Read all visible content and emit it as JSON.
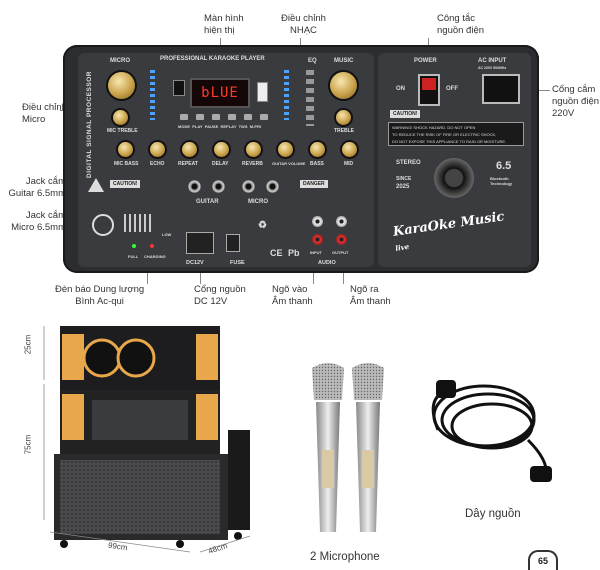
{
  "callouts": {
    "display": "Màn hình\nhiện thị",
    "music_adjust": "Điều chỉnh\nNHẠC",
    "power_switch": "Công tắc\nnguồn điện",
    "ac_input": "Cổng cắm\nnguồn điện\n220V",
    "micro_adjust": "Điều chỉnh\nMicro",
    "guitar_jack": "Jack cắm\nGuitar 6.5mm",
    "micro_jack": "Jack cắm\nMicro 6.5mm",
    "battery_led": "Đèn báo Dung lượng\nBình Ac-qui",
    "dc_input": "Cổng nguồn\nDC 12V",
    "audio_in": "Ngõ vào\nÂm thanh",
    "audio_out": "Ngõ ra\nÂm thanh"
  },
  "panel": {
    "title": "PROFESSIONAL KARAOKE PLAYER",
    "side_label": "DIGITAL SIGNAL PROCESSOR",
    "lcd_text": "bLUE",
    "micro_volume": "MICRO",
    "music_volume": "MUSIC",
    "eq_label": "EQ",
    "mic_treble": "MIC TREBLE",
    "treble": "TREBLE",
    "knobs": [
      "MIC BASS",
      "ECHO",
      "REPEAT",
      "DELAY",
      "REVERB",
      "GUITAR VOLUME",
      "BASS",
      "MID"
    ],
    "transport": [
      "MODE",
      "PLAY",
      "PAUSE",
      "REPLAY",
      "TWS",
      "M-PRI"
    ],
    "guitar_label": "GUITAR",
    "micro_label": "MICRO",
    "caution": "CAUTION!",
    "danger": "DANGER",
    "dc12v": "DC12V",
    "fuse": "FUSE",
    "input": "INPUT",
    "output": "OUTPUT",
    "audio": "AUDIO",
    "ce": "CE",
    "pb": "Pb",
    "power": "POWER",
    "on": "ON",
    "off": "OFF",
    "ac_input": "AC INPUT",
    "ac_spec": "AC 220V 50/60Hz",
    "caution2": "CAUTION!",
    "warning_lines": [
      "WARNING! SHOCK HAZARD. DO NOT OPEN",
      "TO REDUCE THE RISK OF FIRE OR ELECTRIC SHOCK,",
      "DO NOT EXPOSE THIS APPLIANCE TO RAIN OR MOISTURE."
    ],
    "stereo": "STEREO",
    "since": "SINCE",
    "year": "2025",
    "bt_version": "6.5",
    "bt_text": "Bluetooth Technology",
    "brand": "KaraOke Music",
    "brand_sub": "live",
    "full": "FULL",
    "charging": "CHARGING",
    "low": "LOW"
  },
  "dimensions": {
    "height_top": "25cm",
    "height_main": "75cm",
    "width": "99cm",
    "depth": "48cm"
  },
  "captions": {
    "mic": "2 Microphone",
    "cable": "Dây nguồn",
    "badge": "65"
  }
}
